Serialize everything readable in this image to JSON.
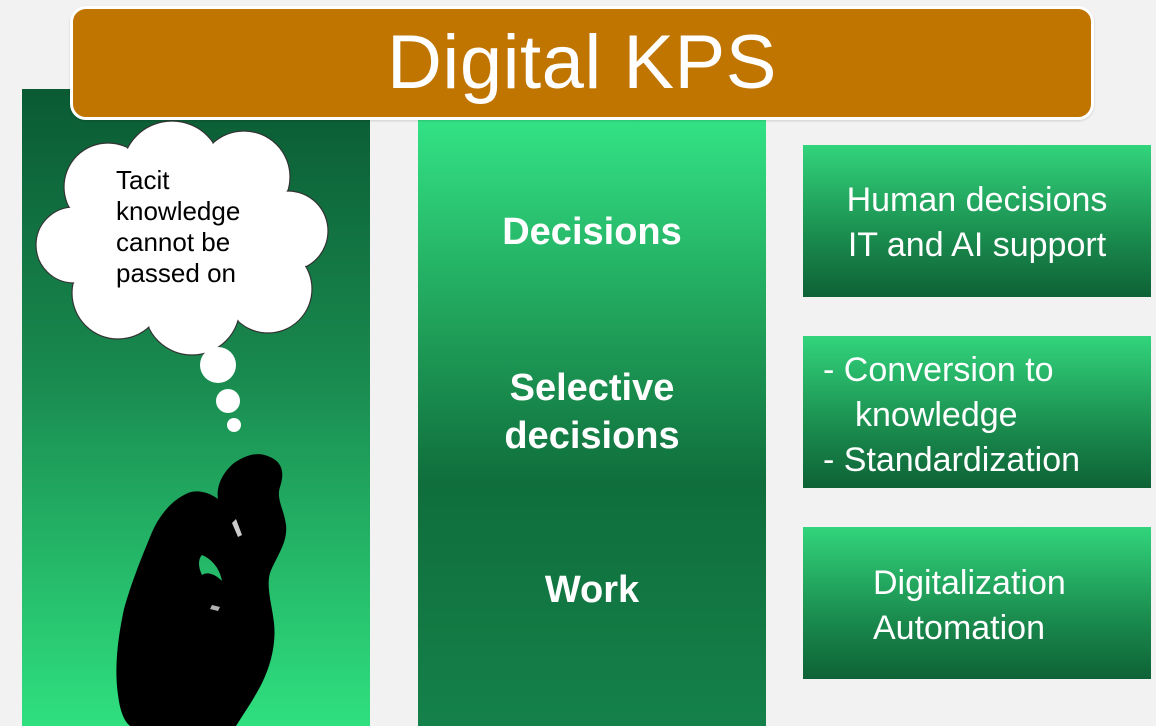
{
  "title": "Digital KPS",
  "thought_bubble": {
    "lines": [
      "Tacit",
      "knowledge",
      "cannot be",
      "passed on"
    ]
  },
  "levels": {
    "top": "Decisions",
    "middle": [
      "Selective",
      "decisions"
    ],
    "bottom": "Work"
  },
  "support_boxes": {
    "top": [
      "Human decisions",
      "IT and AI support"
    ],
    "middle": [
      "- Conversion to",
      "knowledge",
      "- Standardization"
    ],
    "bottom": [
      "Digitalization",
      "Automation"
    ]
  },
  "colors": {
    "banner": "#c07500",
    "green_dark": "#0a5a33",
    "green_light": "#2fe07f",
    "text_light": "#ffffff"
  },
  "icons": [
    "thought-cloud-icon",
    "thinker-silhouette-icon"
  ]
}
